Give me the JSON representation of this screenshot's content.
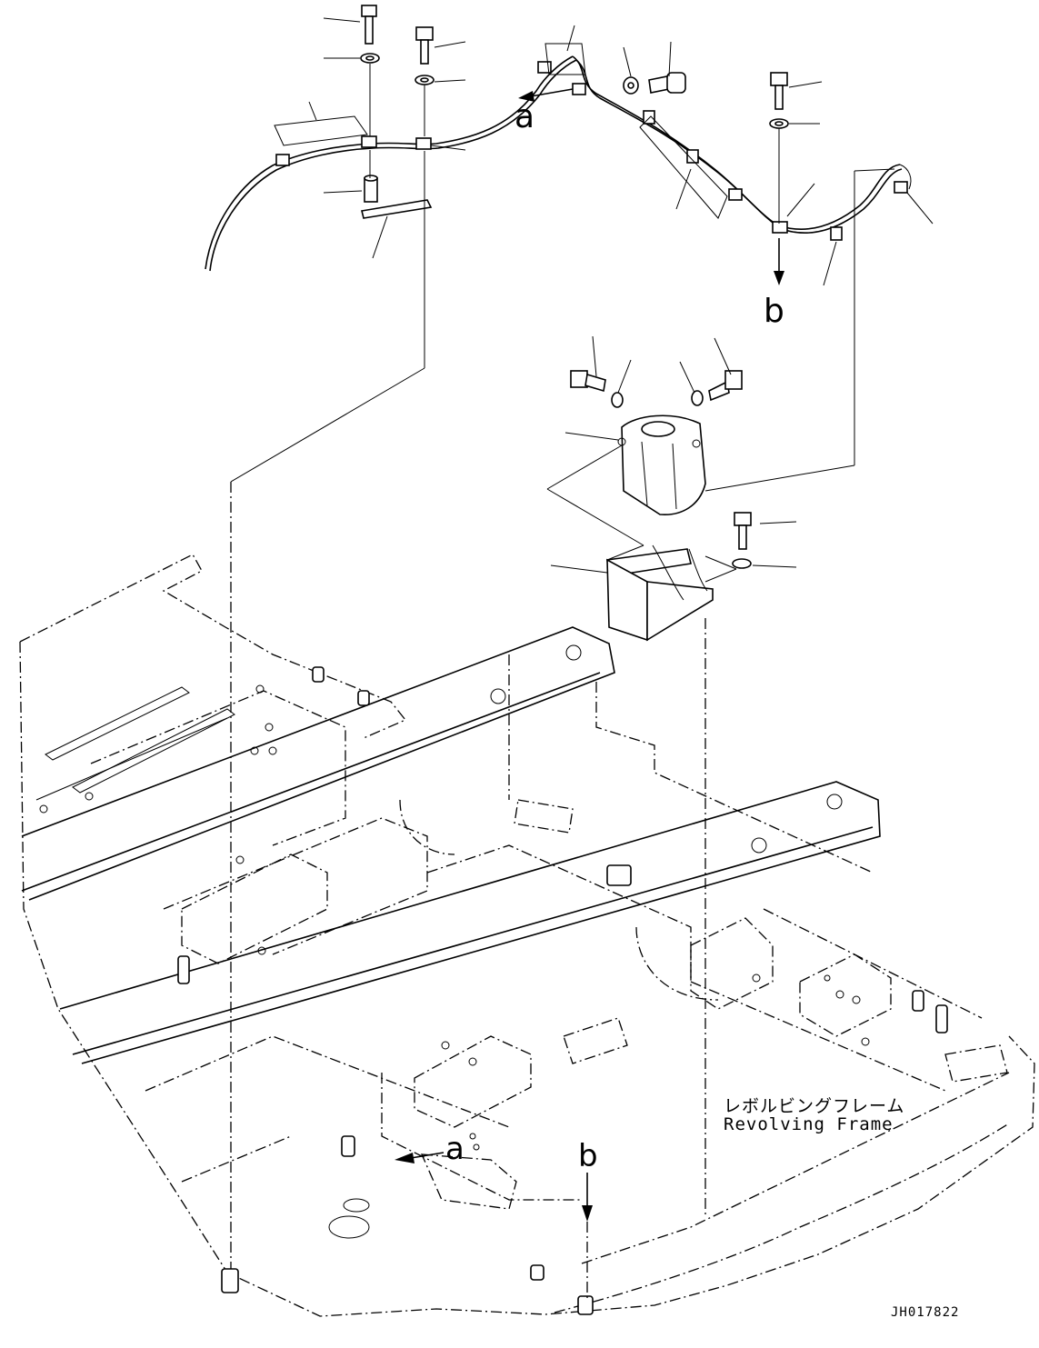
{
  "labels": {
    "ref_a_top": "a",
    "ref_b_top": "b",
    "ref_a_bottom": "a",
    "ref_b_bottom": "b",
    "frame_name_jp": "レボルビングフレーム",
    "frame_name_en": "Revolving Frame",
    "drawing_id": "JH017822"
  }
}
